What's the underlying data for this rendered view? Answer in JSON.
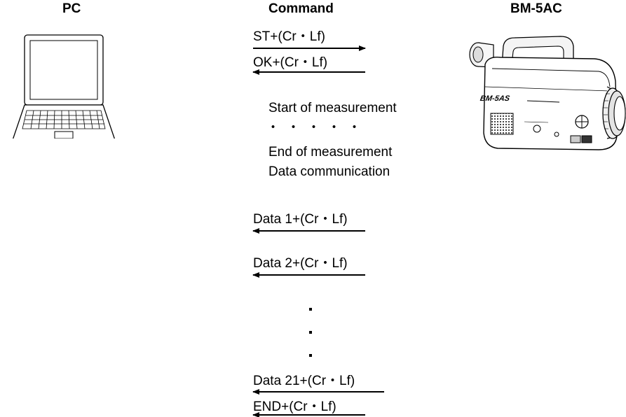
{
  "headers": {
    "pc": "PC",
    "command": "Command",
    "device": "BM-5AC"
  },
  "messages": [
    {
      "text": "ST+(Cr・Lf)",
      "direction": "to-device"
    },
    {
      "text": "OK+(Cr・Lf)",
      "direction": "to-pc"
    },
    {
      "text": "Data 1+(Cr・Lf)",
      "direction": "to-pc"
    },
    {
      "text": "Data 2+(Cr・Lf)",
      "direction": "to-pc"
    },
    {
      "text": "Data 21+(Cr・Lf)",
      "direction": "to-pc"
    },
    {
      "text": "END+(Cr・Lf)",
      "direction": "to-pc"
    }
  ],
  "notes": {
    "start": "Start of measurement",
    "dots": "・・・・・",
    "end": "End of measurement",
    "data": "Data communication"
  },
  "device_label": "BM-5AS",
  "icons": [
    "laptop-icon",
    "luminance-meter-icon"
  ]
}
